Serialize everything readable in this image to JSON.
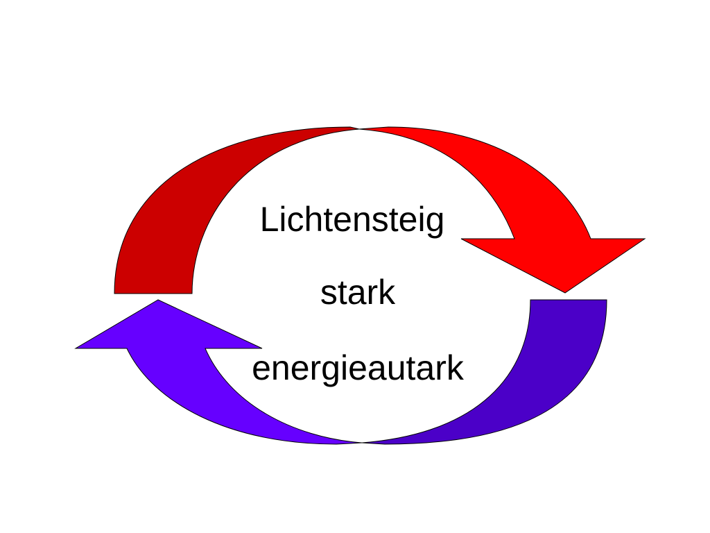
{
  "diagram": {
    "lines": [
      "Lichtensteig",
      "stark",
      "energieautark"
    ],
    "colors": {
      "arrow_top_left": "#cc0000",
      "arrow_top_right": "#ff0000",
      "arrow_bottom_right": "#4b00c8",
      "arrow_bottom_left": "#6600ff",
      "outline": "#000000",
      "text": "#000000",
      "background": "#ffffff"
    }
  }
}
